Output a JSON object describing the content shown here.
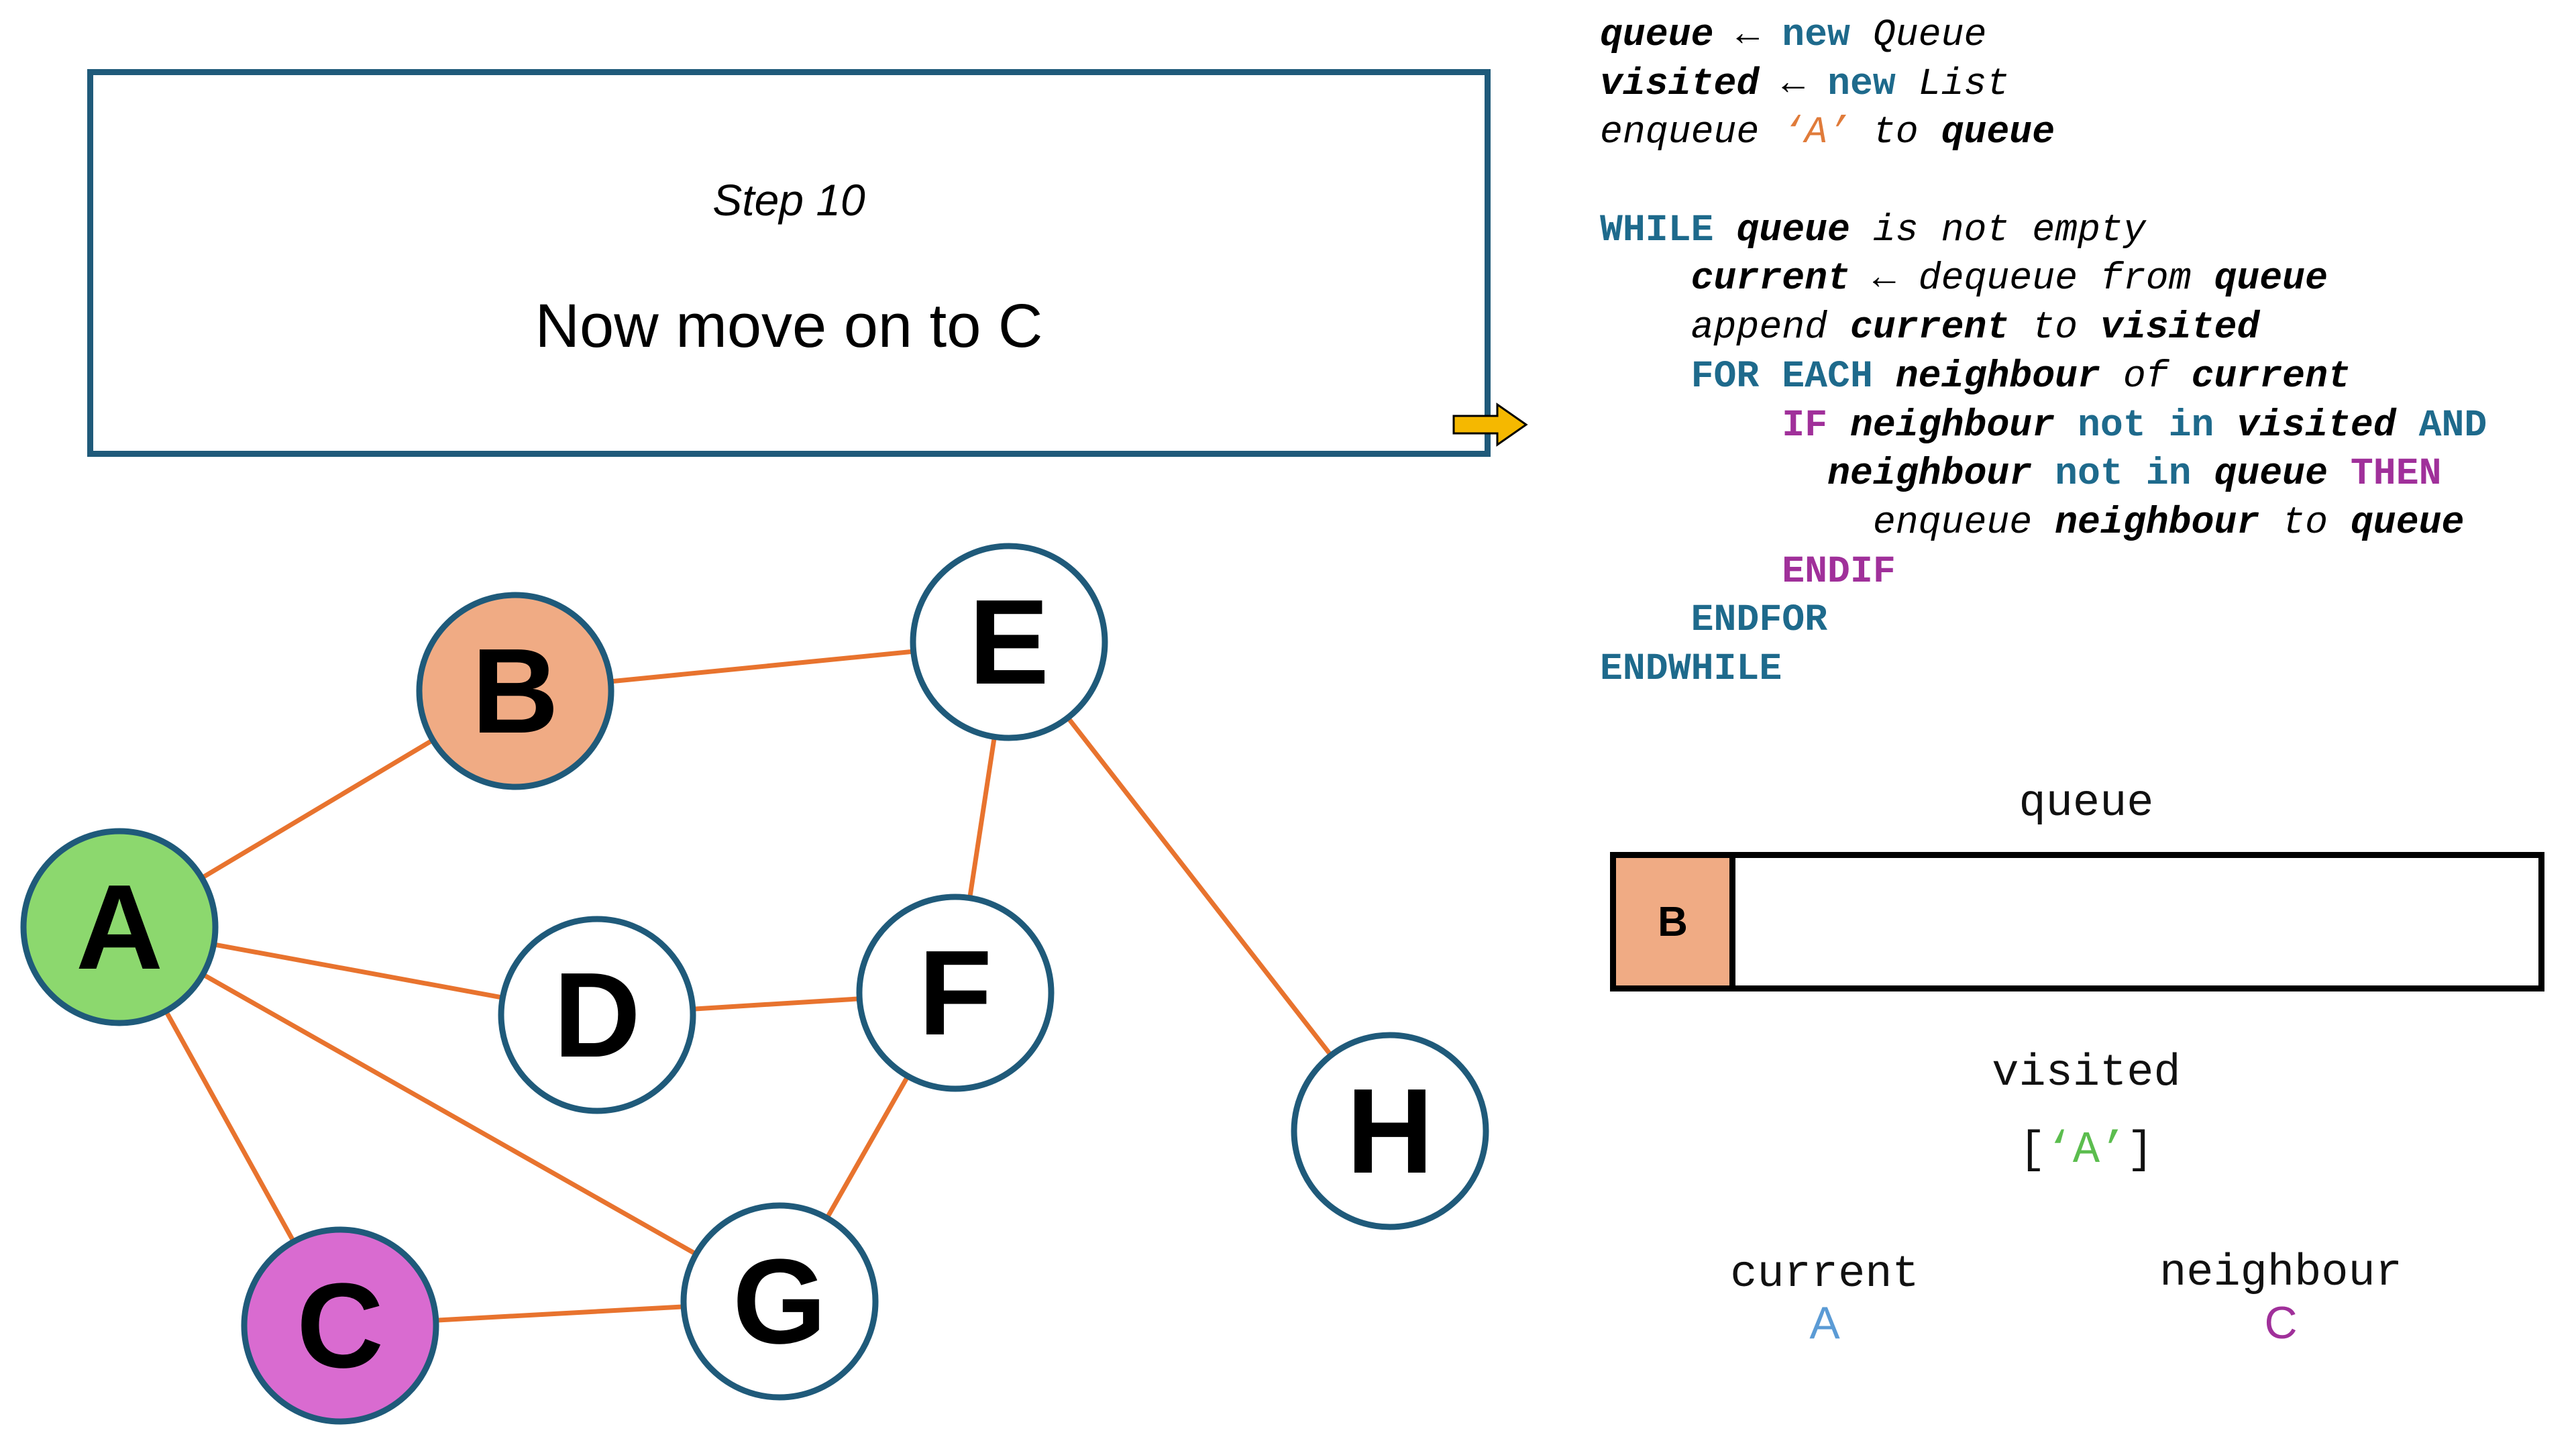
{
  "step_box": {
    "title": "Step 10",
    "message": "Now move on to C"
  },
  "graph": {
    "nodes": [
      {
        "id": "A",
        "label": "A",
        "fill": "#8cd86e"
      },
      {
        "id": "B",
        "label": "B",
        "fill": "#f0ab84"
      },
      {
        "id": "C",
        "label": "C",
        "fill": "#d96bd0"
      },
      {
        "id": "D",
        "label": "D",
        "fill": "#ffffff"
      },
      {
        "id": "E",
        "label": "E",
        "fill": "#ffffff"
      },
      {
        "id": "F",
        "label": "F",
        "fill": "#ffffff"
      },
      {
        "id": "G",
        "label": "G",
        "fill": "#ffffff"
      },
      {
        "id": "H",
        "label": "H",
        "fill": "#ffffff"
      }
    ],
    "edges": [
      [
        "A",
        "B"
      ],
      [
        "A",
        "D"
      ],
      [
        "A",
        "G"
      ],
      [
        "A",
        "C"
      ],
      [
        "B",
        "E"
      ],
      [
        "E",
        "F"
      ],
      [
        "E",
        "H"
      ],
      [
        "D",
        "F"
      ],
      [
        "F",
        "G"
      ],
      [
        "C",
        "G"
      ]
    ],
    "node_border_color": "#1f5a7a",
    "edge_color": "#e8732e"
  },
  "pseudocode": [
    [
      {
        "t": "queue",
        "s": "var"
      },
      {
        "t": " ← ",
        "s": ""
      },
      {
        "t": "new",
        "s": "kw"
      },
      {
        "t": " ",
        "s": ""
      },
      {
        "t": "Queue",
        "s": "it"
      }
    ],
    [
      {
        "t": "visited",
        "s": "var"
      },
      {
        "t": " ← ",
        "s": ""
      },
      {
        "t": "new",
        "s": "kw"
      },
      {
        "t": " ",
        "s": ""
      },
      {
        "t": "List",
        "s": "it"
      }
    ],
    [
      {
        "t": "enqueue ",
        "s": "it"
      },
      {
        "t": "‘A’",
        "s": "str"
      },
      {
        "t": " to ",
        "s": "it"
      },
      {
        "t": "queue",
        "s": "var"
      }
    ],
    [],
    [
      {
        "t": "WHILE",
        "s": "kw"
      },
      {
        "t": " ",
        "s": ""
      },
      {
        "t": "queue",
        "s": "var"
      },
      {
        "t": " is not empty",
        "s": "it"
      }
    ],
    [
      {
        "t": "    ",
        "s": ""
      },
      {
        "t": "current",
        "s": "var"
      },
      {
        "t": " ← ",
        "s": ""
      },
      {
        "t": "dequeue from ",
        "s": "it"
      },
      {
        "t": "queue",
        "s": "var"
      }
    ],
    [
      {
        "t": "    ",
        "s": ""
      },
      {
        "t": "append ",
        "s": "it"
      },
      {
        "t": "current",
        "s": "var"
      },
      {
        "t": " to ",
        "s": "it"
      },
      {
        "t": "visited",
        "s": "var"
      }
    ],
    [
      {
        "t": "    ",
        "s": ""
      },
      {
        "t": "FOR EACH",
        "s": "kw"
      },
      {
        "t": " ",
        "s": ""
      },
      {
        "t": "neighbour",
        "s": "var"
      },
      {
        "t": " of ",
        "s": "it"
      },
      {
        "t": "current",
        "s": "var"
      }
    ],
    [
      {
        "t": "        ",
        "s": ""
      },
      {
        "t": "IF",
        "s": "ctl"
      },
      {
        "t": " ",
        "s": ""
      },
      {
        "t": "neighbour",
        "s": "var"
      },
      {
        "t": " ",
        "s": ""
      },
      {
        "t": "not in",
        "s": "kw"
      },
      {
        "t": " ",
        "s": ""
      },
      {
        "t": "visited",
        "s": "var"
      },
      {
        "t": " ",
        "s": ""
      },
      {
        "t": "AND",
        "s": "kw"
      }
    ],
    [
      {
        "t": "          ",
        "s": ""
      },
      {
        "t": "neighbour",
        "s": "var"
      },
      {
        "t": " ",
        "s": ""
      },
      {
        "t": "not in",
        "s": "kw"
      },
      {
        "t": " ",
        "s": ""
      },
      {
        "t": "queue",
        "s": "var"
      },
      {
        "t": " ",
        "s": ""
      },
      {
        "t": "THEN",
        "s": "ctl"
      }
    ],
    [
      {
        "t": "            ",
        "s": ""
      },
      {
        "t": "enqueue ",
        "s": "it"
      },
      {
        "t": "neighbour",
        "s": "var"
      },
      {
        "t": " to ",
        "s": "it"
      },
      {
        "t": "queue",
        "s": "var"
      }
    ],
    [
      {
        "t": "        ",
        "s": ""
      },
      {
        "t": "ENDIF",
        "s": "ctl"
      }
    ],
    [
      {
        "t": "    ",
        "s": ""
      },
      {
        "t": "ENDFOR",
        "s": "kw"
      }
    ],
    [
      {
        "t": "ENDWHILE",
        "s": "kw"
      }
    ]
  ],
  "pointer": {
    "icon": "right-arrow-icon",
    "color": "#f5b800",
    "line": 8
  },
  "state": {
    "queue_label": "queue",
    "queue_items": [
      {
        "label": "B",
        "fill": "#f0ab84"
      }
    ],
    "visited_label": "visited",
    "visited_open": "[",
    "visited_items": "‘A’",
    "visited_close": "]",
    "current_label": "current",
    "current_value": "A",
    "current_color": "#5b9bd5",
    "neighbour_label": "neighbour",
    "neighbour_value": "C",
    "neighbour_color": "#a0309a"
  }
}
